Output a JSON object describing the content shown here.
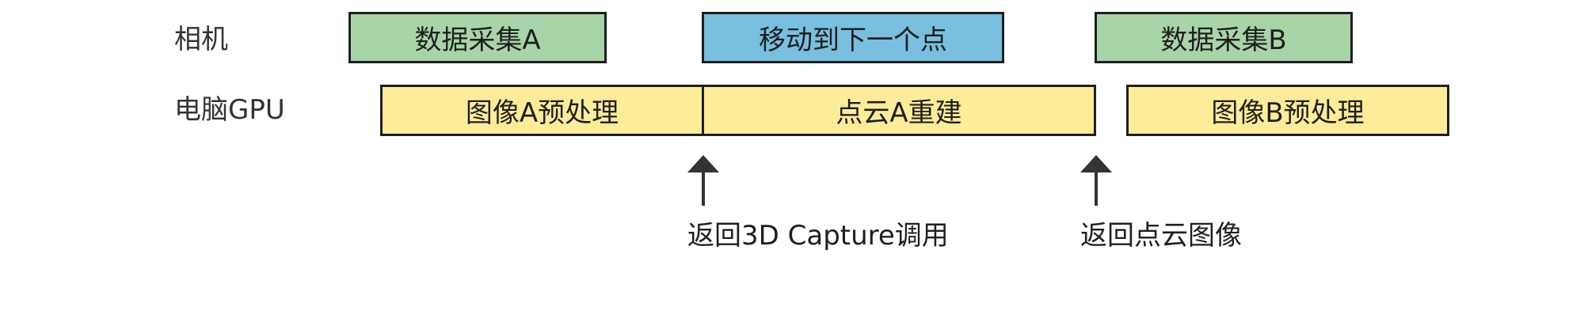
{
  "colors": {
    "green": "#a8d5a8",
    "blue": "#79bfdf",
    "yellow": "#ffec99",
    "border": "#1f1f1f",
    "arrow": "#333333"
  },
  "rows": {
    "camera_label": "相机",
    "gpu_label": "电脑GPU"
  },
  "camera_blocks": [
    {
      "label": "数据采集A",
      "color": "green"
    },
    {
      "label": "移动到下一个点",
      "color": "blue"
    },
    {
      "label": "数据采集B",
      "color": "green"
    }
  ],
  "gpu_blocks": [
    {
      "label": "图像A预处理",
      "color": "yellow"
    },
    {
      "label": "点云A重建",
      "color": "yellow"
    },
    {
      "label": "图像B预处理",
      "color": "yellow"
    }
  ],
  "events": [
    {
      "label": "返回3D Capture调用",
      "icon": "up-arrow-icon"
    },
    {
      "label": "返回点云图像",
      "icon": "up-arrow-icon"
    }
  ]
}
